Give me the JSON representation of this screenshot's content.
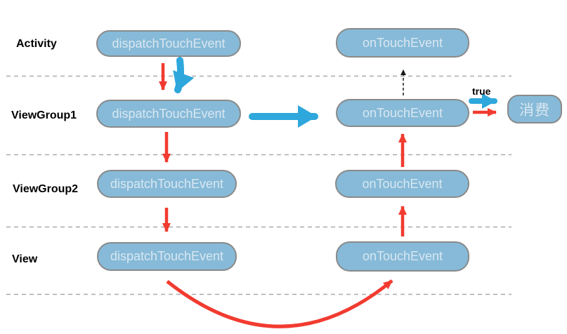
{
  "rows": [
    {
      "label": "Activity"
    },
    {
      "label": "ViewGroup1"
    },
    {
      "label": "ViewGroup2"
    },
    {
      "label": "View"
    }
  ],
  "nodes": {
    "activity_dispatch": "dispatchTouchEvent",
    "activity_ontouch": "onTouchEvent",
    "vg1_dispatch": "dispatchTouchEvent",
    "vg1_ontouch": "onTouchEvent",
    "vg2_dispatch": "dispatchTouchEvent",
    "vg2_ontouch": "onTouchEvent",
    "view_dispatch": "dispatchTouchEvent",
    "view_ontouch": "onTouchEvent",
    "consume": "消费"
  },
  "annotations": {
    "true_label": "true"
  },
  "colors": {
    "background": "#ffffff",
    "node_fill": "#86bad8",
    "node_border": "#8a8a8a",
    "node_text": "#d9e7f1",
    "label_text": "#000000",
    "red_arrow": "#f23b30",
    "blue_arrow": "#2ea7dc",
    "black_arrow": "#1a1a1a",
    "dashed_line": "#aaaaaa"
  }
}
